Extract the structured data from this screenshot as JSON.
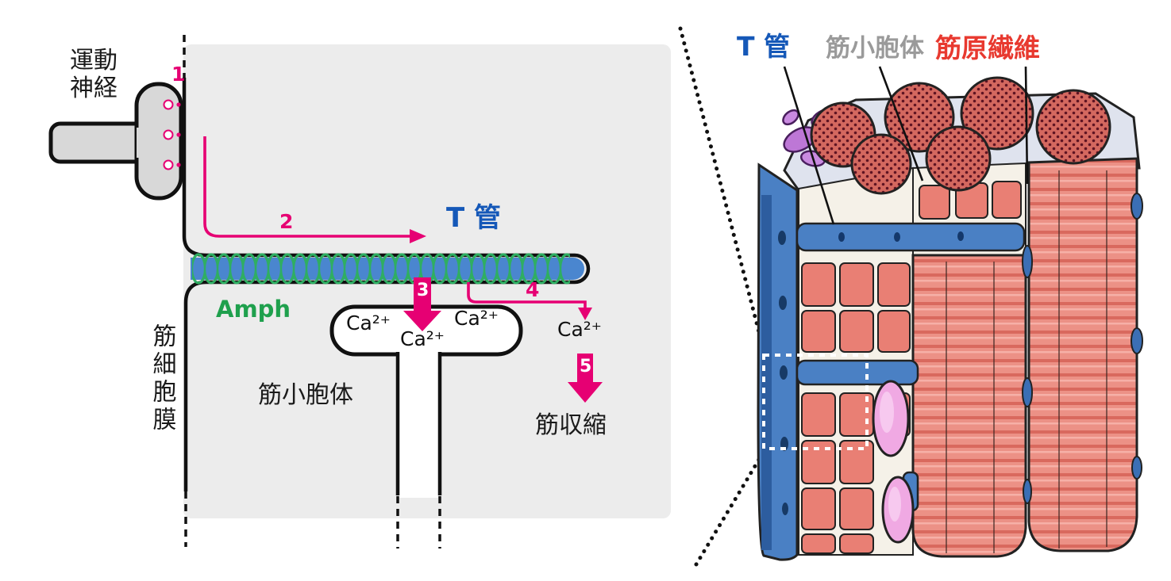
{
  "colors": {
    "magenta": "#e60073",
    "t_tubule_blue": "#4a86cf",
    "label_blue": "#1558b8",
    "amph_green": "#1fa04d",
    "sr_gray_label": "#9a9a9a",
    "myofibril_red_label": "#e8392f",
    "cell_background": "#ececec",
    "nerve_gray": "#d8d8d8"
  },
  "left_panel": {
    "motor_nerve_line1": "運動",
    "motor_nerve_line2": "神経",
    "membrane_label": "筋細胞膜",
    "steps": {
      "s1": "1",
      "s2": "2",
      "s3": "3",
      "s4": "4",
      "s5": "5"
    },
    "t_tubule_label": "T 管",
    "amph_label": "Amph",
    "sr_label": "筋小胞体",
    "ca": {
      "c1": "Ca²⁺",
      "c2": "Ca²⁺",
      "c3": "Ca²⁺",
      "c4": "Ca²⁺"
    },
    "contraction_label": "筋収縮"
  },
  "right_panel": {
    "t_tubule_label": "T 管",
    "sr_label": "筋小胞体",
    "myofibril_label": "筋原繊維"
  }
}
